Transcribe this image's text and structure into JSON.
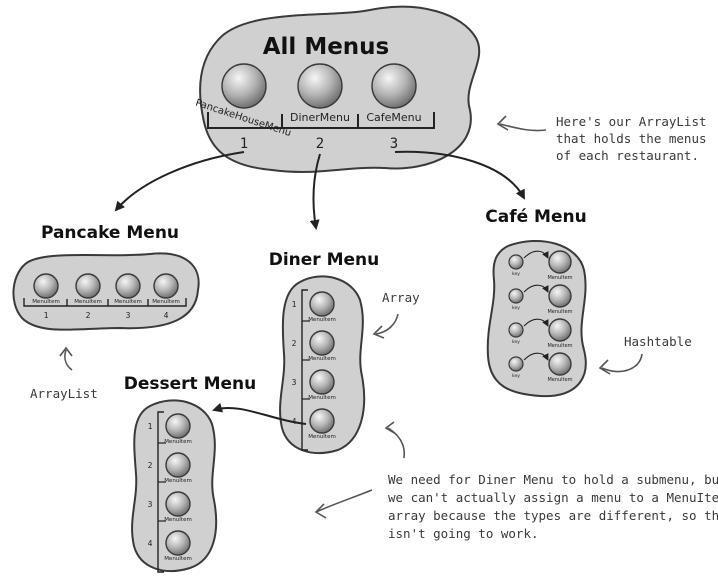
{
  "all_menus": {
    "title": "All Menus",
    "items": [
      {
        "label": "PancakeHouseMenu",
        "index": "1"
      },
      {
        "label": "DinerMenu",
        "index": "2"
      },
      {
        "label": "CafeMenu",
        "index": "3"
      }
    ]
  },
  "pancake_menu": {
    "title": "Pancake Menu",
    "items": [
      {
        "label": "MenuItem",
        "index": "1"
      },
      {
        "label": "MenuItem",
        "index": "2"
      },
      {
        "label": "MenuItem",
        "index": "3"
      },
      {
        "label": "MenuItem",
        "index": "4"
      }
    ]
  },
  "diner_menu": {
    "title": "Diner Menu",
    "items": [
      {
        "label": "MenuItem",
        "index": "1"
      },
      {
        "label": "MenuItem",
        "index": "2"
      },
      {
        "label": "MenuItem",
        "index": "3"
      },
      {
        "label": "MenuItem",
        "index": "4"
      }
    ]
  },
  "dessert_menu": {
    "title": "Dessert Menu",
    "items": [
      {
        "label": "MenuItem",
        "index": "1"
      },
      {
        "label": "MenuItem",
        "index": "2"
      },
      {
        "label": "MenuItem",
        "index": "3"
      },
      {
        "label": "MenuItem",
        "index": "4"
      }
    ]
  },
  "cafe_menu": {
    "title": "Café Menu",
    "key_label": "key",
    "pairs": 4,
    "value_label": "MenuItem"
  },
  "annotations": {
    "arraylist_note": [
      "Here's our ArrayList",
      "that holds the menus",
      "of each restaurant."
    ],
    "array_label": "Array",
    "hashtable_label": "Hashtable",
    "arraylist_label": "ArrayList",
    "submenu_note": [
      "We need for Diner Menu to hold a submenu, but",
      "we can't actually assign a menu to a MenuItem",
      "array because the types are different, so this",
      "isn't going to work."
    ]
  },
  "colors": {
    "blob_fill": "#d0d0d0",
    "blob_stroke": "#3a3a3a",
    "ball_light": "#f4f4f4",
    "ball_dark": "#7d7d7d",
    "arrow": "#222222",
    "note_arrow": "#555555"
  }
}
